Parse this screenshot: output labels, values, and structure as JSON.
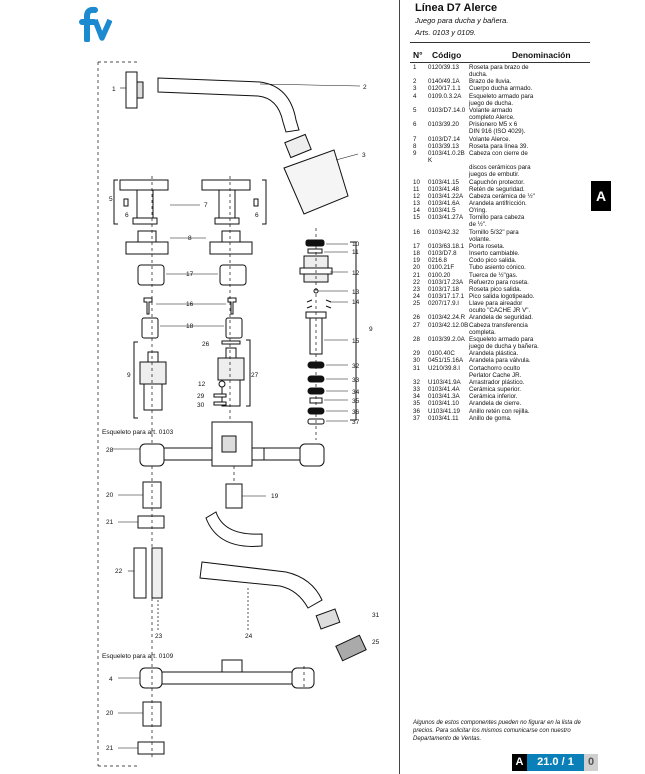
{
  "brand": {
    "logo_text": "fv",
    "logo_color": "#1b8ad0"
  },
  "header": {
    "title": "Línea D7 Alerce",
    "subtitle": "Juego para ducha y bañera.",
    "arts": "Arts. 0103 y 0109."
  },
  "table": {
    "col_num": "N°",
    "col_code": "Código",
    "col_desc": "Denominación",
    "rows": [
      {
        "n": "1",
        "code": "0120/39.13",
        "desc": "Roseta para brazo de"
      },
      {
        "n": "",
        "code": "",
        "desc": "ducha."
      },
      {
        "n": "2",
        "code": "0140/49.1A",
        "desc": "Brazo de lluvia."
      },
      {
        "n": "3",
        "code": "0120/17.1.1",
        "desc": "Cuerpo ducha armado."
      },
      {
        "n": "4",
        "code": "0109.0.3.2A",
        "desc": "Esqueleto armado para"
      },
      {
        "n": "",
        "code": "",
        "desc": "juego de ducha."
      },
      {
        "n": "5",
        "code": "0103/D7.14.0",
        "desc": "Volante armado"
      },
      {
        "n": "",
        "code": "",
        "desc": "completo Alerce."
      },
      {
        "n": "6",
        "code": "0103/39.20",
        "desc": "Prisionero M5 x 6"
      },
      {
        "n": "",
        "code": "",
        "desc": "DIN 916 (ISO 4029)."
      },
      {
        "n": "7",
        "code": "0103/D7.14",
        "desc": "Volante Alerce."
      },
      {
        "n": "8",
        "code": "0103/39.13",
        "desc": "Roseta para línea 39."
      },
      {
        "n": "9",
        "code": "0103/41.0.2B K",
        "desc": "Cabeza con cierre de"
      },
      {
        "n": "",
        "code": "",
        "desc": "discos cerámicos para"
      },
      {
        "n": "",
        "code": "",
        "desc": "juegos de embutir."
      },
      {
        "n": "10",
        "code": "0103/41.15",
        "desc": "Capuchón protector."
      },
      {
        "n": "11",
        "code": "0103/41.48",
        "desc": "Retén de seguridad."
      },
      {
        "n": "12",
        "code": "0103/41.22A",
        "desc": "Cabeza cerámica de ½\""
      },
      {
        "n": "13",
        "code": "0103/41.6A",
        "desc": "Arandela antifricción."
      },
      {
        "n": "14",
        "code": "0103/41.5",
        "desc": "O'ring."
      },
      {
        "n": "15",
        "code": "0103/41.27A",
        "desc": "Tornillo para cabeza"
      },
      {
        "n": "",
        "code": "",
        "desc": "de ½\"."
      },
      {
        "n": "16",
        "code": "0103/42.32",
        "desc": "Tornillo 5/32\" para"
      },
      {
        "n": "",
        "code": "",
        "desc": "volante."
      },
      {
        "n": "17",
        "code": "0103/63.18.1",
        "desc": "Porta roseta."
      },
      {
        "n": "18",
        "code": "0103/D7.8",
        "desc": "Inserto cambiable."
      },
      {
        "n": "19",
        "code": "0216.8",
        "desc": "Codo pico salida."
      },
      {
        "n": "20",
        "code": "0100.21F",
        "desc": "Tubo asiento cónico."
      },
      {
        "n": "21",
        "code": "0100.20",
        "desc": "Tuerca de ½\"gas."
      },
      {
        "n": "22",
        "code": "0103/17.23A",
        "desc": "Refuerzo para roseta."
      },
      {
        "n": "23",
        "code": "0103/17.18",
        "desc": "Roseta pico salida."
      },
      {
        "n": "24",
        "code": "0103/17.17.1",
        "desc": "Pico salida logotipeado."
      },
      {
        "n": "25",
        "code": "0207/17.9.I",
        "desc": "Llave para aireador"
      },
      {
        "n": "",
        "code": "",
        "desc": "oculto \"CACHE JR V\"."
      },
      {
        "n": "26",
        "code": "0103/42.24.R",
        "desc": "Arandela de seguridad."
      },
      {
        "n": "27",
        "code": "0103/42.12.0B",
        "desc": "Cabeza transferencia"
      },
      {
        "n": "",
        "code": "",
        "desc": "completa."
      },
      {
        "n": "28",
        "code": "0103/39.2.0A",
        "desc": "Esqueleto armado para"
      },
      {
        "n": "",
        "code": "",
        "desc": "juego de ducha y bañera."
      },
      {
        "n": "29",
        "code": "0100.40C",
        "desc": "Arandela plástica."
      },
      {
        "n": "30",
        "code": "0451/15.16A",
        "desc": "Arandela para válvula."
      },
      {
        "n": "31",
        "code": "U210/39.8.I",
        "desc": "Cortachorro oculto"
      },
      {
        "n": "",
        "code": "",
        "desc": "Perlator Cache JR."
      },
      {
        "n": "32",
        "code": "U103/41.9A",
        "desc": "Arrastrador plástico."
      },
      {
        "n": "33",
        "code": "0103/41.4A",
        "desc": "Cerámica superior."
      },
      {
        "n": "34",
        "code": "0103/41.3A",
        "desc": "Cerámica inferior."
      },
      {
        "n": "35",
        "code": "0103/41.10",
        "desc": "Arandela de cierre."
      },
      {
        "n": "36",
        "code": "U103/41.19",
        "desc": "Anillo retén con rejilla."
      },
      {
        "n": "37",
        "code": "0103/41.11",
        "desc": "Anillo de goma."
      }
    ]
  },
  "section_tab": {
    "letter": "A"
  },
  "footnote": "Algunos de estos componentes pueden no figurar en la lista de precios. Para solicitar los mismos comunicarse con nuestro Departamento de Ventas.",
  "page": {
    "section": "A",
    "number": "21.0 / 1",
    "revision": "0"
  },
  "drawing": {
    "skeleton_0103_label": "Esqueleto para art. 0103",
    "skeleton_0109_label": "Esqueleto para art. 0109",
    "callouts": [
      "1",
      "2",
      "3",
      "4",
      "5",
      "6",
      "7",
      "8",
      "9",
      "10",
      "11",
      "12",
      "13",
      "14",
      "15",
      "16",
      "17",
      "18",
      "19",
      "20",
      "21",
      "22",
      "23",
      "24",
      "25",
      "26",
      "27",
      "28",
      "29",
      "30",
      "31",
      "32",
      "33",
      "34",
      "35",
      "36",
      "37"
    ]
  }
}
